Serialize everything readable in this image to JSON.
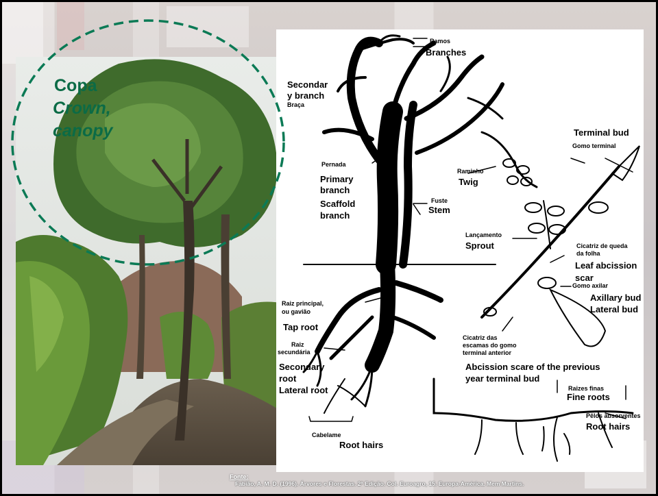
{
  "crown": {
    "pt": "Copa",
    "en_line1": "Crown,",
    "en_line2": "canopy"
  },
  "labels": {
    "ramos": "Ramos",
    "branches": "Branches",
    "secondary_branch_1": "Secondar",
    "secondary_branch_2": "y branch",
    "braca": "Braça",
    "pernada": "Pernada",
    "primary_branch": "Primary",
    "primary_branch_2": "branch",
    "scaffold": "Scaffold",
    "scaffold_2": "branch",
    "raminho": "Raminho",
    "twig": "Twig",
    "fuste": "Fuste",
    "stem": "Stem",
    "terminal_bud": "Terminal bud",
    "gomo_terminal": "Gomo terminal",
    "lancamento": "Lançamento",
    "sprout": "Sprout",
    "cicatriz_queda_1": "Cicatriz de queda",
    "cicatriz_queda_2": "da folha",
    "leaf_scar_1": "Leaf abcission",
    "leaf_scar_2": "scar",
    "gomo_axilar": "Gomo axilar",
    "axillary_bud": "Axillary bud",
    "lateral_bud": "Lateral bud",
    "raiz_principal_1": "Raiz principal,",
    "raiz_principal_2": "ou gavião",
    "tap_root": "Tap root",
    "raiz_1": "Raiz",
    "raiz_2": "secundária",
    "secondary_root_1": "Secondary",
    "secondary_root_2": "root",
    "lateral_root": "Lateral root",
    "cicatriz_escamas_1": "Cicatriz das",
    "cicatriz_escamas_2": "escamas do gomo",
    "cicatriz_escamas_3": "terminal anterior",
    "abcission_scar_1": "Abcission scare of the previous",
    "abcission_scar_2": "year terminal bud",
    "raizes_finas": "Raizes finas",
    "fine_roots": "Fine roots",
    "pelos": "Pêlos absorventes",
    "root_hairs_right": "Root hairs",
    "cabelame": "Cabelame",
    "root_hairs_bottom": "Root hairs"
  },
  "source": {
    "label": "Fonte:",
    "text": "Fabião, A. M. D. (1996). Árvores e Florestas. 2ª Edição. Col. Euroagro, 15. Europa-América. Mem Martins."
  },
  "colors": {
    "crown_green": "#0b6b46"
  }
}
